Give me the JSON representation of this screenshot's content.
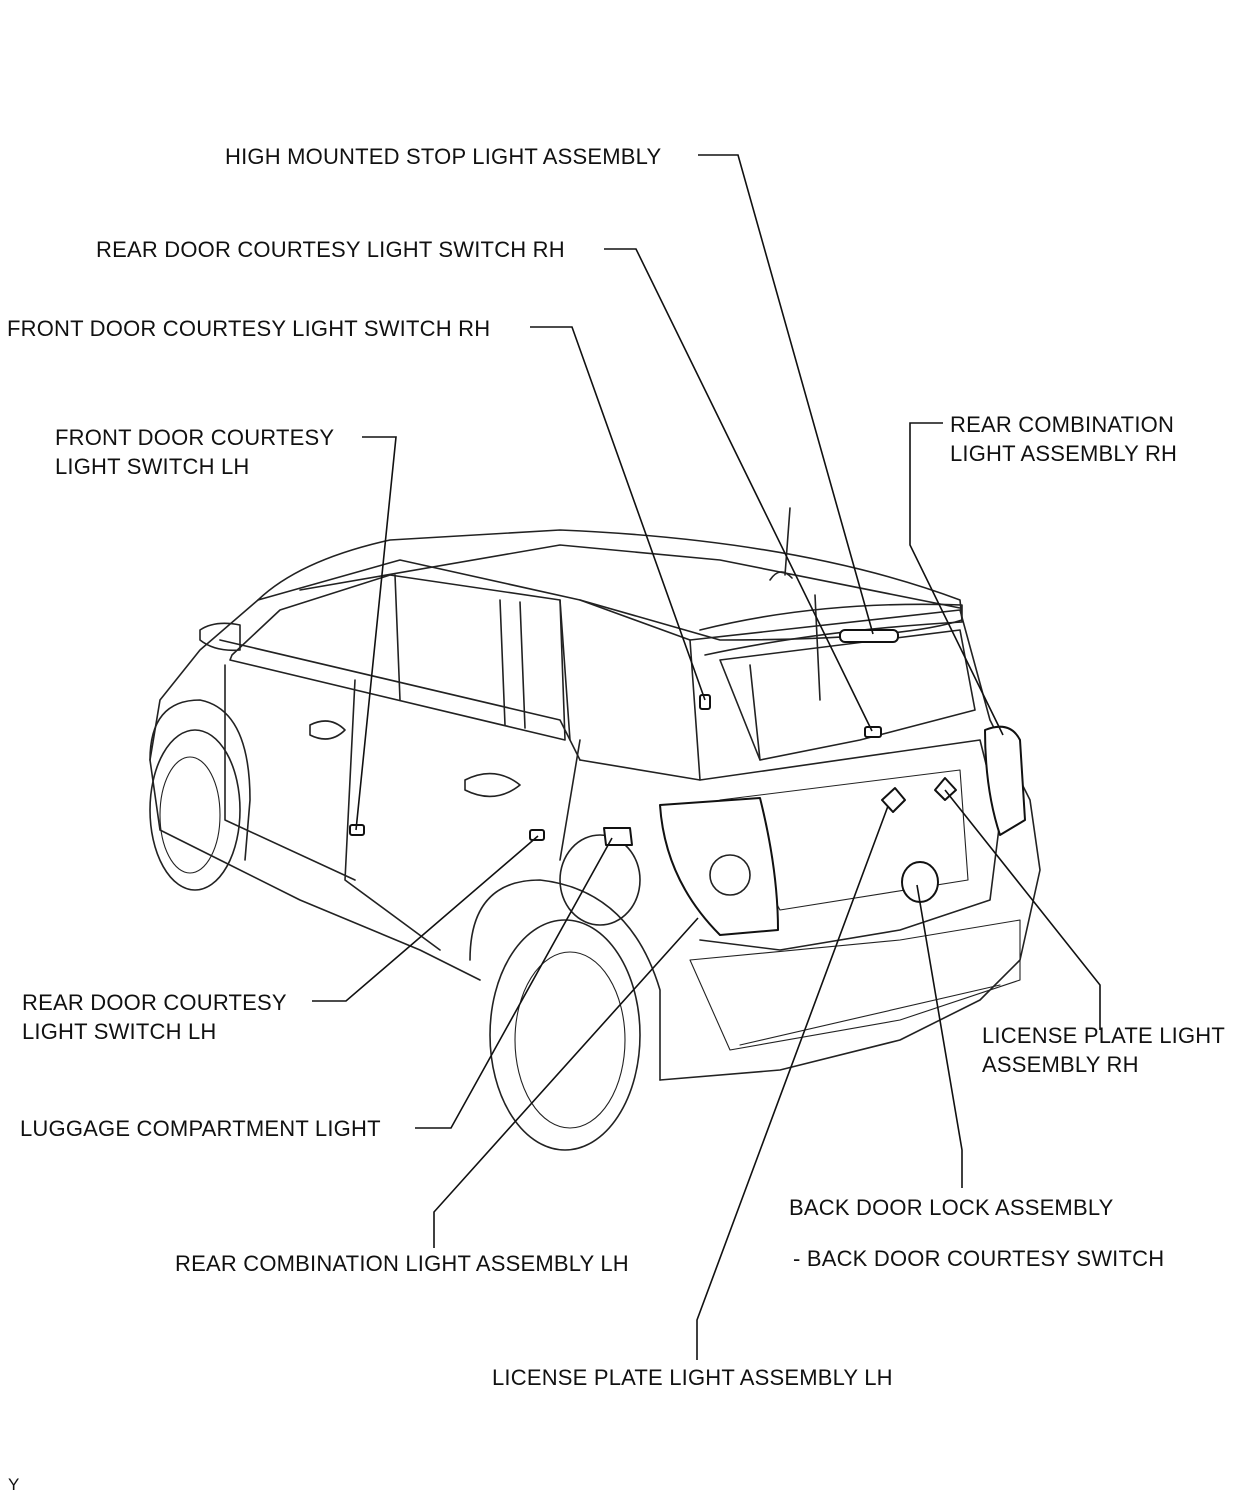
{
  "labels": {
    "high_mounted_stop": "HIGH MOUNTED STOP LIGHT ASSEMBLY",
    "rear_door_switch_rh": "REAR DOOR COURTESY LIGHT SWITCH RH",
    "front_door_switch_rh": "FRONT DOOR COURTESY LIGHT SWITCH RH",
    "front_door_switch_lh": [
      "FRONT DOOR COURTESY",
      "LIGHT SWITCH LH"
    ],
    "rear_combination_rh": [
      "REAR COMBINATION",
      "LIGHT ASSEMBLY RH"
    ],
    "rear_door_switch_lh": [
      "REAR DOOR COURTESY",
      "LIGHT SWITCH LH"
    ],
    "license_plate_rh": [
      "LICENSE PLATE LIGHT",
      "ASSEMBLY RH"
    ],
    "luggage_light": "LUGGAGE COMPARTMENT LIGHT",
    "back_door_lock": "BACK DOOR LOCK ASSEMBLY",
    "back_door_switch": "- BACK DOOR COURTESY SWITCH",
    "rear_combination_lh": "REAR COMBINATION LIGHT ASSEMBLY LH",
    "license_plate_lh": "LICENSE PLATE LIGHT ASSEMBLY LH"
  },
  "figure_code": "Y"
}
